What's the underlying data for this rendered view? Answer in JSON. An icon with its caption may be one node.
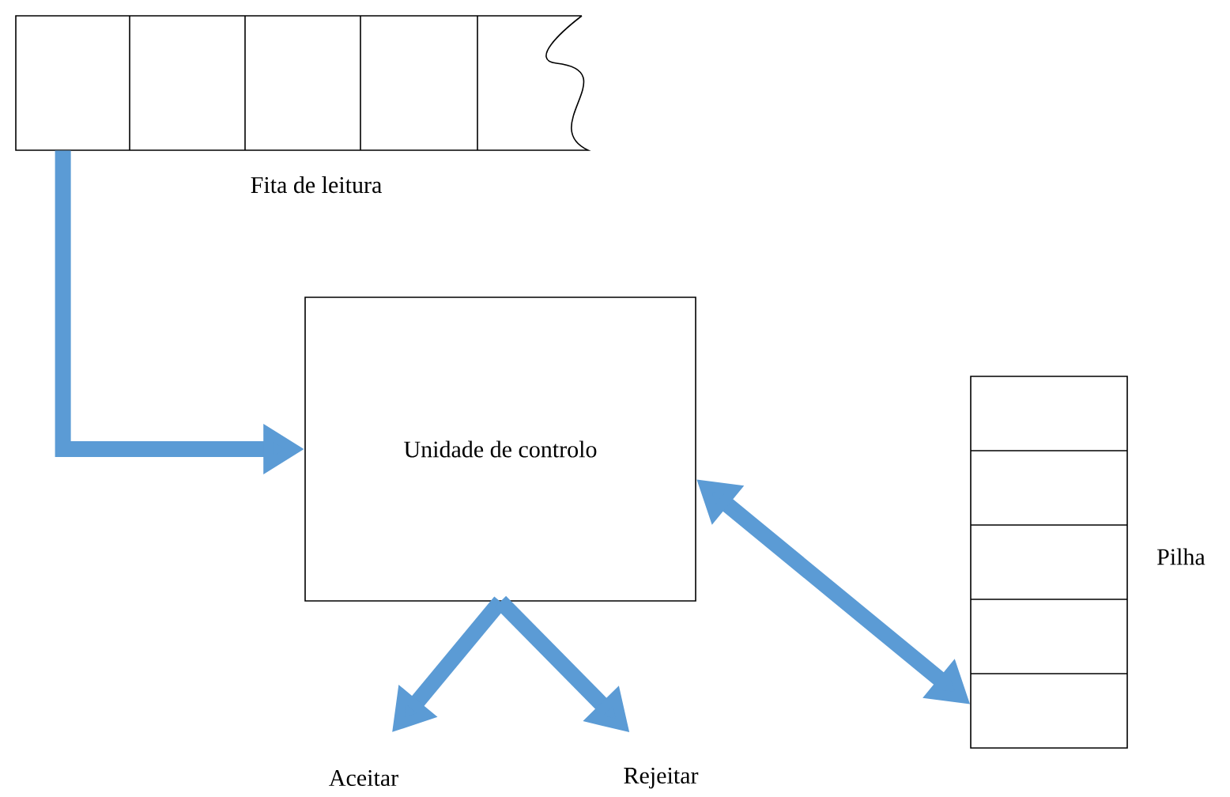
{
  "diagram": {
    "nodes": [
      {
        "text": [
          "Fita de leitura"
        ]
      },
      {
        "text": [
          "Unidade de controlo"
        ]
      },
      {
        "text": [
          "Pilha"
        ]
      },
      {
        "text": [
          "Aceitar"
        ]
      },
      {
        "text": [
          "Rejeitar"
        ]
      }
    ],
    "edges": [
      {
        "from": 0,
        "to": 1,
        "arrow": "to"
      },
      {
        "from": 1,
        "to": 2,
        "arrow": "both"
      },
      {
        "from": 1,
        "to": 3,
        "arrow": "to"
      },
      {
        "from": 1,
        "to": 4,
        "arrow": "to"
      }
    ]
  }
}
